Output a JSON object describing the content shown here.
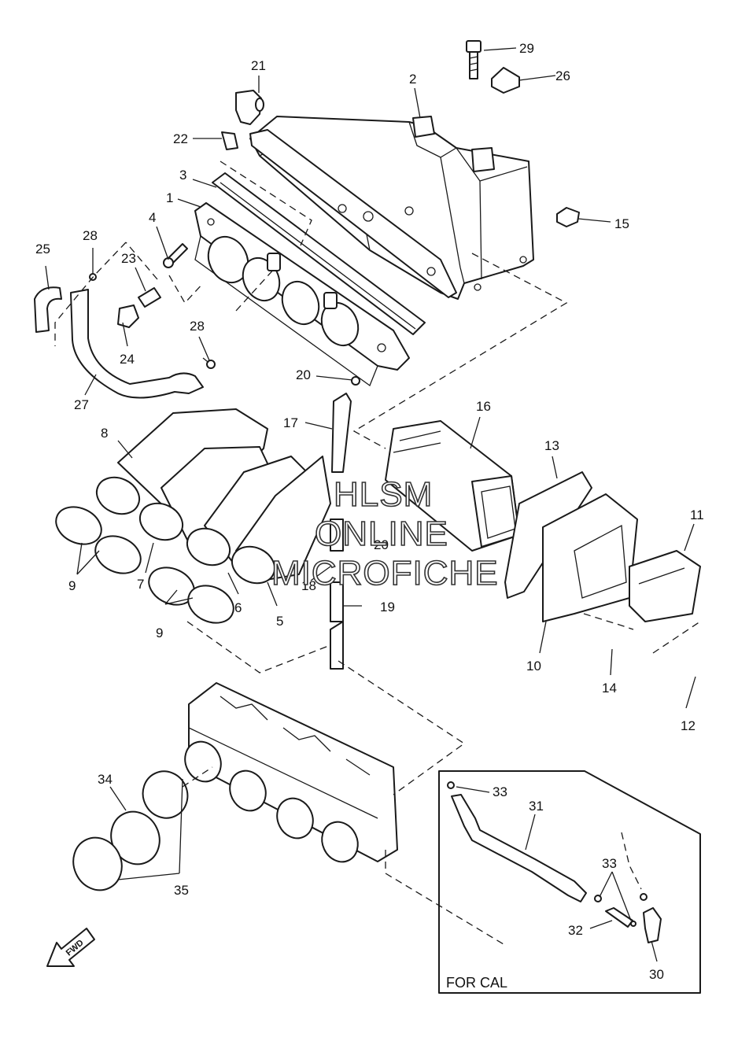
{
  "diagram": {
    "callouts": [
      "1",
      "2",
      "3",
      "4",
      "5",
      "6",
      "7",
      "8",
      "9",
      "9",
      "10",
      "11",
      "12",
      "13",
      "14",
      "15",
      "16",
      "17",
      "18",
      "19",
      "20",
      "20",
      "21",
      "22",
      "23",
      "24",
      "25",
      "26",
      "27",
      "28",
      "28",
      "29",
      "30",
      "31",
      "32",
      "33",
      "33",
      "34",
      "35"
    ],
    "inset_label": "FOR CAL",
    "watermark": [
      "HLSM",
      "ONLINE",
      "MICROFICHE"
    ],
    "fwd_arrow": "FWD"
  }
}
